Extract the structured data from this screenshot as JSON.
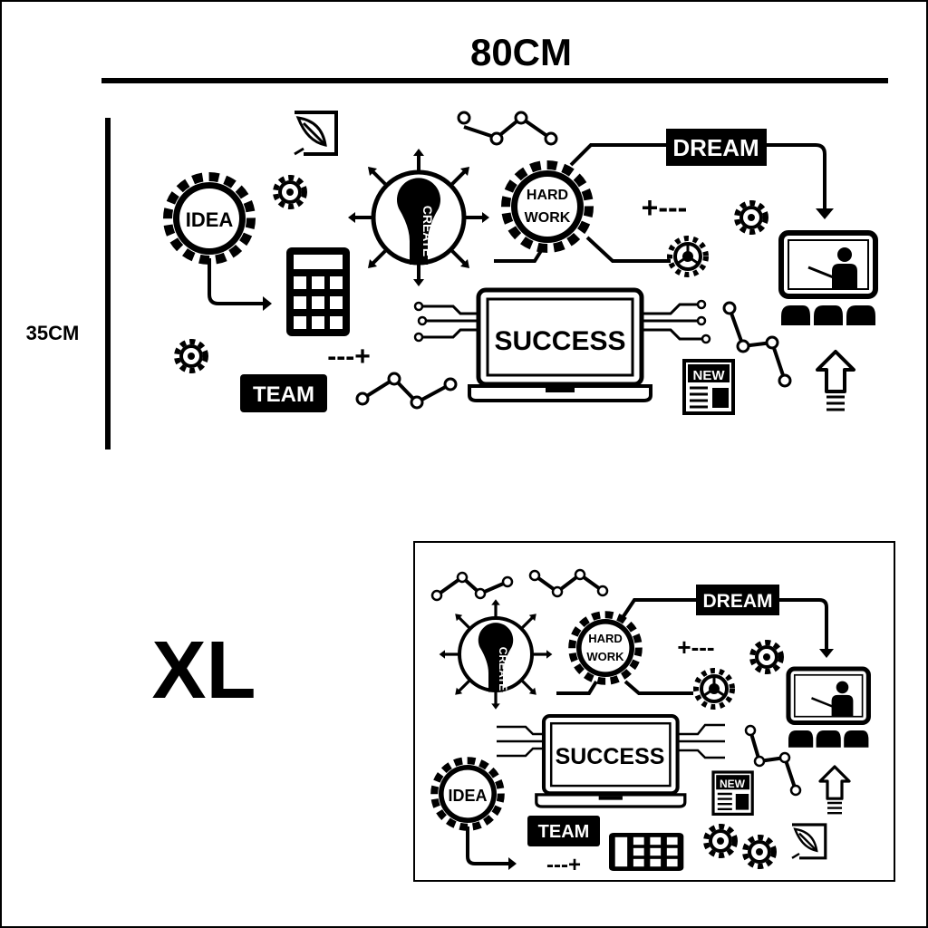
{
  "dimensions": {
    "width_label": "80CM",
    "height_label": "35CM"
  },
  "size_label": "XL",
  "labels": {
    "idea": "IDEA",
    "create": "CREATE",
    "hard": "HARD",
    "work": "WORK",
    "dream": "DREAM",
    "success": "SUCCESS",
    "team": "TEAM",
    "new": "NEW",
    "plus_dash": "+---",
    "dash_plus": "---+"
  },
  "colors": {
    "ink": "#000000",
    "background": "#ffffff"
  }
}
